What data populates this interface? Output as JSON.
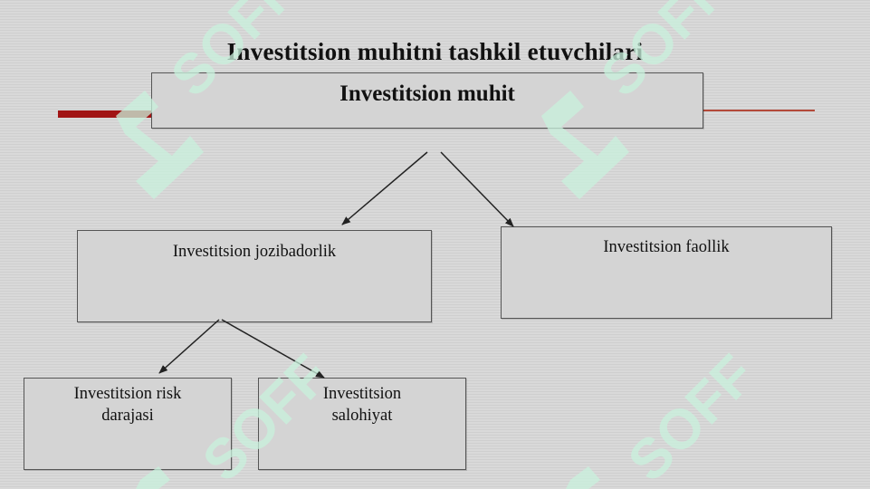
{
  "title": "Investitsion muhitni tashkil etuvchilari",
  "diagram": {
    "root": "Investitsion muhit",
    "level1": [
      {
        "label": "Investitsion jozibadorlik"
      },
      {
        "label": "Investitsion faollik"
      }
    ],
    "level2": [
      {
        "line1": "Investitsion risk",
        "line2": "darajasi"
      },
      {
        "line1": "Investitsion",
        "line2": "salohiyat"
      }
    ]
  },
  "colors": {
    "accent": "#a11414",
    "watermark": "#c9f2dd",
    "box_border": "#555555"
  },
  "watermark": {
    "text": "SOFF"
  }
}
